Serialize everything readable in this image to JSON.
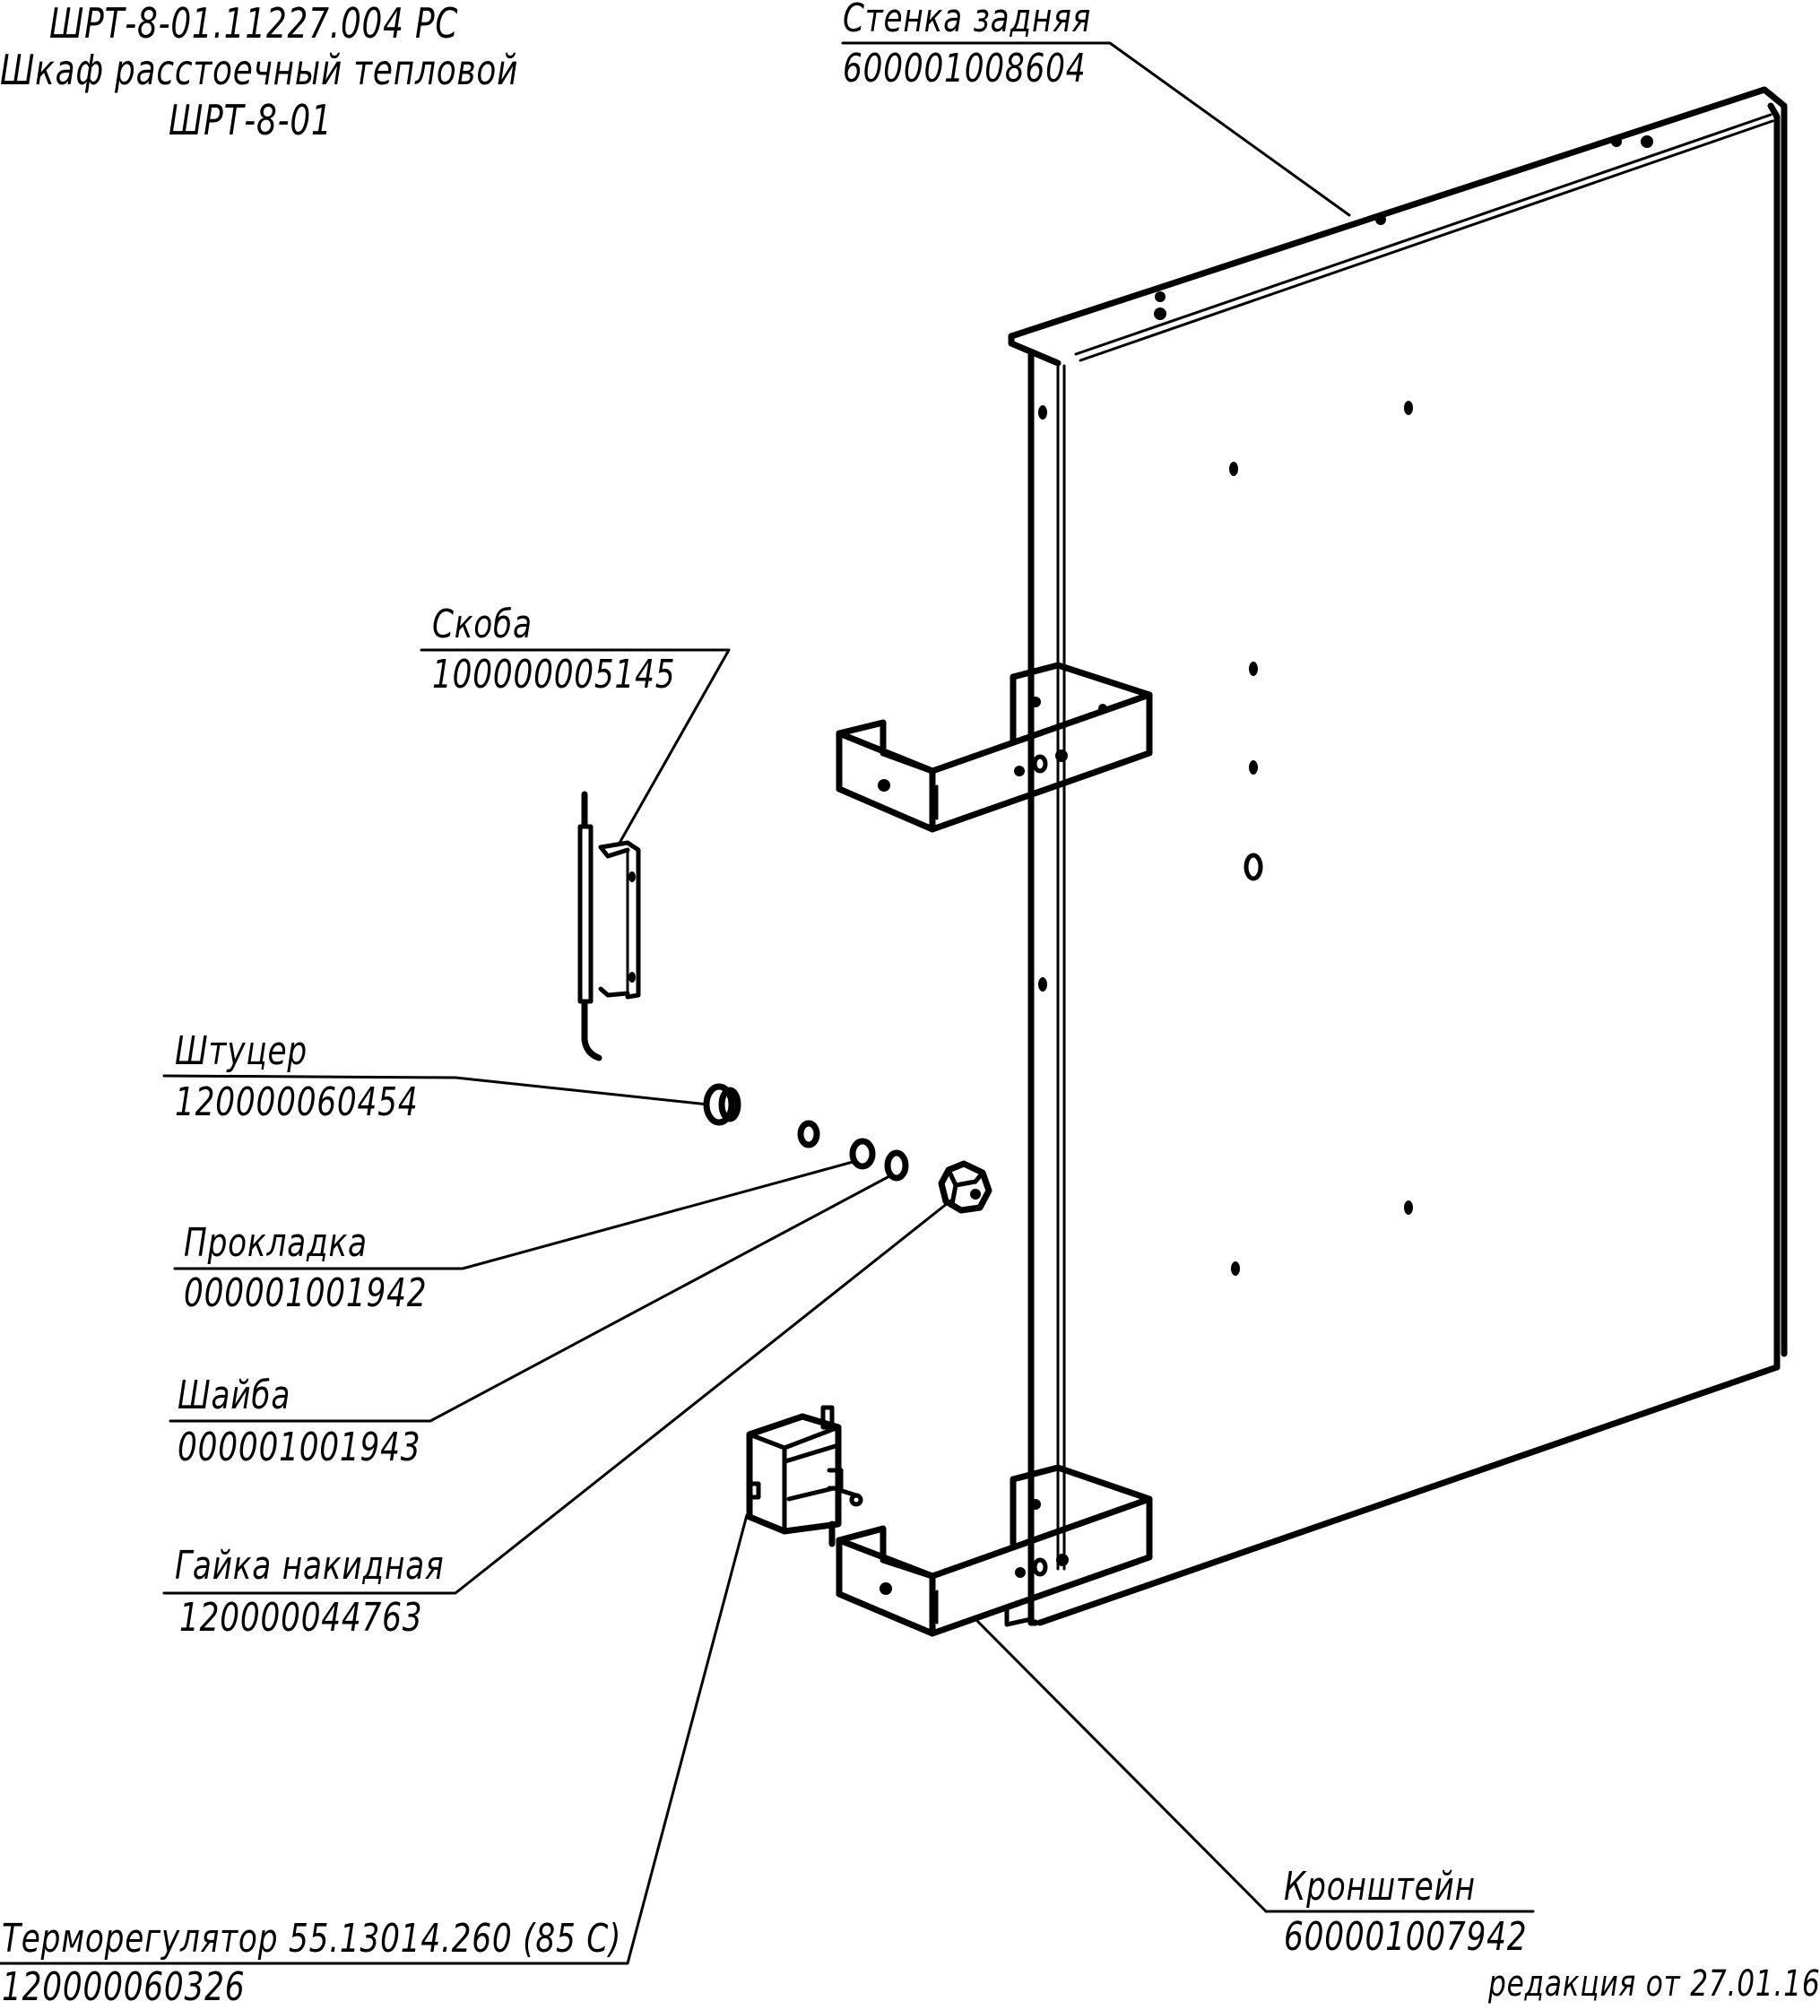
{
  "title": {
    "line1": "ШРТ-8-01.11227.004 РС",
    "line2": "Шкаф расстоечный тепловой",
    "line3": "ШРТ-8-01"
  },
  "parts": [
    {
      "id": "back-wall",
      "name": "Стенка задняя",
      "code": "600001008604"
    },
    {
      "id": "clip",
      "name": "Скоба",
      "code": "100000005145"
    },
    {
      "id": "fitting",
      "name": "Штуцер",
      "code": "120000060454"
    },
    {
      "id": "gasket",
      "name": "Прокладка",
      "code": "000001001942"
    },
    {
      "id": "washer",
      "name": "Шайба",
      "code": "000001001943"
    },
    {
      "id": "union-nut",
      "name": "Гайка накидная",
      "code": "120000044763"
    },
    {
      "id": "thermostat",
      "name": "Терморегулятор 55.13014.260 (85 С)",
      "code": "120000060326"
    },
    {
      "id": "bracket",
      "name": "Кронштейн",
      "code": "600001007942"
    }
  ],
  "revision": "редакция от 27.01.16"
}
